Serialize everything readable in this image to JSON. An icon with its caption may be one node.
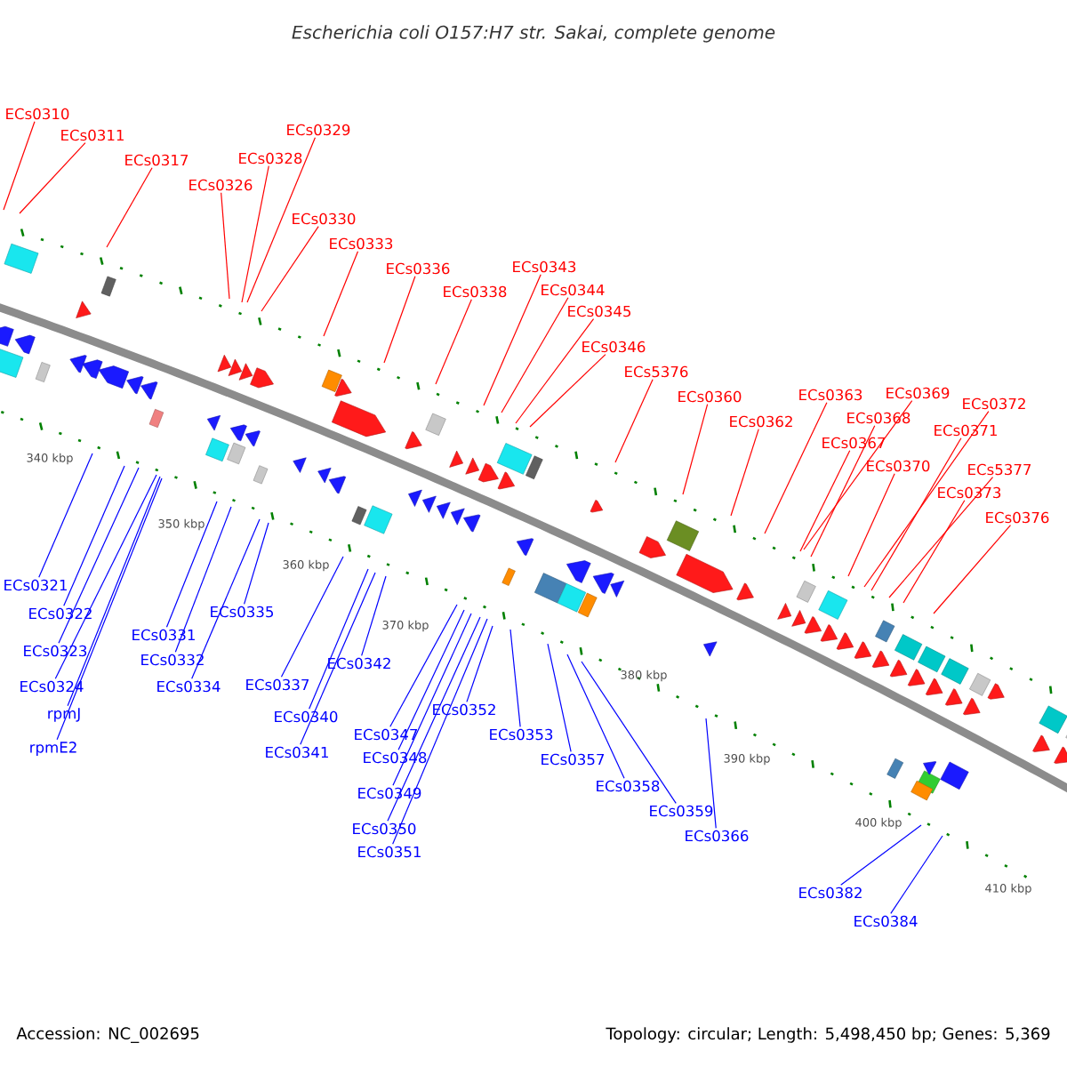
{
  "diagram": {
    "title": "Escherichia coli O157:H7 str. Sakai, complete genome",
    "nodes": [
      {
        "text": [
          "ECs0310"
        ]
      },
      {
        "text": [
          "ECs0311"
        ]
      },
      {
        "text": [
          "ECs0317"
        ]
      },
      {
        "text": [
          "ECs0326"
        ]
      },
      {
        "text": [
          "ECs0329"
        ]
      },
      {
        "text": [
          "ECs0328"
        ]
      },
      {
        "text": [
          "ECs0330"
        ]
      },
      {
        "text": [
          "ECs0333"
        ]
      },
      {
        "text": [
          "ECs0336"
        ]
      },
      {
        "text": [
          "ECs0338"
        ]
      },
      {
        "text": [
          "ECs0343"
        ]
      },
      {
        "text": [
          "ECs0344"
        ]
      },
      {
        "text": [
          "ECs0345"
        ]
      },
      {
        "text": [
          "ECs0346"
        ]
      },
      {
        "text": [
          "ECs5376"
        ]
      },
      {
        "text": [
          "ECs0360"
        ]
      },
      {
        "text": [
          "ECs0362"
        ]
      },
      {
        "text": [
          "ECs0363"
        ]
      },
      {
        "text": [
          "ECs0369"
        ]
      },
      {
        "text": [
          "ECs0368"
        ]
      },
      {
        "text": [
          "ECs0367"
        ]
      },
      {
        "text": [
          "ECs0370"
        ]
      },
      {
        "text": [
          "ECs0372"
        ]
      },
      {
        "text": [
          "ECs0371"
        ]
      },
      {
        "text": [
          "ECs5377"
        ]
      },
      {
        "text": [
          "ECs0373"
        ]
      },
      {
        "text": [
          "ECs0376"
        ]
      },
      {
        "text": [
          "ECs0321"
        ]
      },
      {
        "text": [
          "ECs0322"
        ]
      },
      {
        "text": [
          "ECs0323"
        ]
      },
      {
        "text": [
          "ECs0324"
        ]
      },
      {
        "text": [
          "rpmJ"
        ]
      },
      {
        "text": [
          "rpmE2"
        ]
      },
      {
        "text": [
          "ECs0331"
        ]
      },
      {
        "text": [
          "ECs0332"
        ]
      },
      {
        "text": [
          "ECs0334"
        ]
      },
      {
        "text": [
          "ECs0335"
        ]
      },
      {
        "text": [
          "ECs0337"
        ]
      },
      {
        "text": [
          "ECs0340"
        ]
      },
      {
        "text": [
          "ECs0341"
        ]
      },
      {
        "text": [
          "ECs0342"
        ]
      },
      {
        "text": [
          "ECs0347"
        ]
      },
      {
        "text": [
          "ECs0348"
        ]
      },
      {
        "text": [
          "ECs0349"
        ]
      },
      {
        "text": [
          "ECs0350"
        ]
      },
      {
        "text": [
          "ECs0351"
        ]
      },
      {
        "text": [
          "ECs0352"
        ]
      },
      {
        "text": [
          "ECs0353"
        ]
      },
      {
        "text": [
          "ECs0357"
        ]
      },
      {
        "text": [
          "ECs0358"
        ]
      },
      {
        "text": [
          "ECs0359"
        ]
      },
      {
        "text": [
          "ECs0366"
        ]
      },
      {
        "text": [
          "ECs0382"
        ]
      },
      {
        "text": [
          "ECs0384"
        ]
      }
    ],
    "edges": [
      {
        "from": 0,
        "to": null,
        "arrow": "none",
        "color": "#ff0000"
      },
      {
        "from": 1,
        "to": null,
        "arrow": "none",
        "color": "#ff0000"
      },
      {
        "from": 2,
        "to": null,
        "arrow": "none",
        "color": "#ff0000"
      },
      {
        "from": 3,
        "to": null,
        "arrow": "none",
        "color": "#ff0000"
      },
      {
        "from": 4,
        "to": null,
        "arrow": "none",
        "color": "#ff0000"
      },
      {
        "from": 5,
        "to": null,
        "arrow": "none",
        "color": "#ff0000"
      },
      {
        "from": 6,
        "to": null,
        "arrow": "none",
        "color": "#ff0000"
      },
      {
        "from": 7,
        "to": null,
        "arrow": "none",
        "color": "#ff0000"
      },
      {
        "from": 8,
        "to": null,
        "arrow": "none",
        "color": "#ff0000"
      },
      {
        "from": 9,
        "to": null,
        "arrow": "none",
        "color": "#ff0000"
      },
      {
        "from": 10,
        "to": null,
        "arrow": "none",
        "color": "#ff0000"
      },
      {
        "from": 11,
        "to": null,
        "arrow": "none",
        "color": "#ff0000"
      },
      {
        "from": 12,
        "to": null,
        "arrow": "none",
        "color": "#ff0000"
      },
      {
        "from": 13,
        "to": null,
        "arrow": "none",
        "color": "#ff0000"
      },
      {
        "from": 14,
        "to": null,
        "arrow": "none",
        "color": "#ff0000"
      },
      {
        "from": 15,
        "to": null,
        "arrow": "none",
        "color": "#ff0000"
      },
      {
        "from": 16,
        "to": null,
        "arrow": "none",
        "color": "#ff0000"
      },
      {
        "from": 17,
        "to": null,
        "arrow": "none",
        "color": "#ff0000"
      },
      {
        "from": 18,
        "to": null,
        "arrow": "none",
        "color": "#ff0000"
      },
      {
        "from": 19,
        "to": null,
        "arrow": "none",
        "color": "#ff0000"
      },
      {
        "from": 20,
        "to": null,
        "arrow": "none",
        "color": "#ff0000"
      },
      {
        "from": 21,
        "to": null,
        "arrow": "none",
        "color": "#ff0000"
      },
      {
        "from": 22,
        "to": null,
        "arrow": "none",
        "color": "#ff0000"
      },
      {
        "from": 23,
        "to": null,
        "arrow": "none",
        "color": "#ff0000"
      },
      {
        "from": 24,
        "to": null,
        "arrow": "none",
        "color": "#ff0000"
      },
      {
        "from": 25,
        "to": null,
        "arrow": "none",
        "color": "#ff0000"
      },
      {
        "from": 26,
        "to": null,
        "arrow": "none",
        "color": "#ff0000"
      },
      {
        "from": 27,
        "to": null,
        "arrow": "none",
        "color": "#0000ff"
      },
      {
        "from": 28,
        "to": null,
        "arrow": "none",
        "color": "#0000ff"
      },
      {
        "from": 29,
        "to": null,
        "arrow": "none",
        "color": "#0000ff"
      },
      {
        "from": 30,
        "to": null,
        "arrow": "none",
        "color": "#0000ff"
      },
      {
        "from": 31,
        "to": null,
        "arrow": "none",
        "color": "#0000ff"
      },
      {
        "from": 32,
        "to": null,
        "arrow": "none",
        "color": "#0000ff"
      },
      {
        "from": 33,
        "to": null,
        "arrow": "none",
        "color": "#0000ff"
      },
      {
        "from": 34,
        "to": null,
        "arrow": "none",
        "color": "#0000ff"
      },
      {
        "from": 35,
        "to": null,
        "arrow": "none",
        "color": "#0000ff"
      },
      {
        "from": 36,
        "to": null,
        "arrow": "none",
        "color": "#0000ff"
      },
      {
        "from": 37,
        "to": null,
        "arrow": "none",
        "color": "#0000ff"
      },
      {
        "from": 38,
        "to": null,
        "arrow": "none",
        "color": "#0000ff"
      },
      {
        "from": 39,
        "to": null,
        "arrow": "none",
        "color": "#0000ff"
      },
      {
        "from": 40,
        "to": null,
        "arrow": "none",
        "color": "#0000ff"
      },
      {
        "from": 41,
        "to": null,
        "arrow": "none",
        "color": "#0000ff"
      },
      {
        "from": 42,
        "to": null,
        "arrow": "none",
        "color": "#0000ff"
      },
      {
        "from": 43,
        "to": null,
        "arrow": "none",
        "color": "#0000ff"
      },
      {
        "from": 44,
        "to": null,
        "arrow": "none",
        "color": "#0000ff"
      },
      {
        "from": 45,
        "to": null,
        "arrow": "none",
        "color": "#0000ff"
      },
      {
        "from": 46,
        "to": null,
        "arrow": "none",
        "color": "#0000ff"
      },
      {
        "from": 47,
        "to": null,
        "arrow": "none",
        "color": "#0000ff"
      },
      {
        "from": 48,
        "to": null,
        "arrow": "none",
        "color": "#0000ff"
      },
      {
        "from": 49,
        "to": null,
        "arrow": "none",
        "color": "#0000ff"
      },
      {
        "from": 50,
        "to": null,
        "arrow": "none",
        "color": "#0000ff"
      },
      {
        "from": 51,
        "to": null,
        "arrow": "none",
        "color": "#0000ff"
      },
      {
        "from": 52,
        "to": null,
        "arrow": "none",
        "color": "#0000ff"
      },
      {
        "from": 53,
        "to": null,
        "arrow": "none",
        "color": "#0000ff"
      }
    ],
    "labels": [
      "340 kbp",
      "350 kbp",
      "360 kbp",
      "370 kbp",
      "380 kbp",
      "390 kbp",
      "400 kbp",
      "410 kbp",
      "Accession: NC_002695",
      "Topology: circular; Length: 5,498,450 bp; Genes: 5,369"
    ]
  }
}
